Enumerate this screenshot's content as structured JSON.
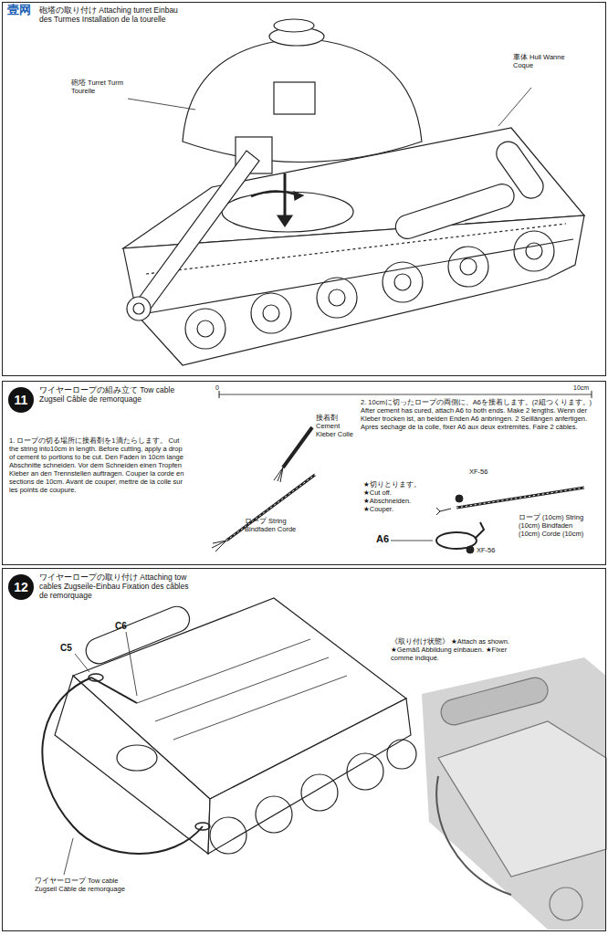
{
  "diagram": {
    "nodes": [
      {
        "text": [
          "砲塔の取り付け Attaching turret Einbau des Turmes Installation de la tourelle"
        ]
      },
      {
        "text": [
          "ワイヤーロープの組み立て Tow cable Zugseil Câble de remorquage"
        ]
      },
      {
        "text": [
          "11"
        ],
        "in": 1
      },
      {
        "text": [
          "ワイヤーロープの取り付け Attaching tow cables Zugseile-Einbau Fixation des câbles de remorquage"
        ]
      },
      {
        "text": [
          "12"
        ],
        "in": 3
      }
    ],
    "labels": [
      "砲塔 Turret Turm Tourelle",
      "車体 Hull Wanne Coque",
      "0",
      "10cm",
      "1. ロープの切る場所に接着剤を1滴たらします。 Cut the string into10cm in length. Before cutting, apply a drop of cement to portions to be cut. Den Faden in 10cm lange Abschnitte schneiden. Vor dem Schneiden einen Tropfen Kleber an den Trennstellen auftragen. Couper la corde en sections de 10cm. Avant de couper, mettre de la colle sur les points de coupure.",
      "接着剤 Cement Kleber Colle",
      "ロープ String Bindfaden Corde",
      "2. 10cmに切ったロープの両側に、A6を接着します。(2組つくります。) After cement has cured, attach A6 to both ends. Make 2 lengths. Wenn der Kleber trocken ist, an beiden Enden A6 anbringen. 2 Seillängen anfertigen. Après séchage de la colle, fixer A6 aux deux extrémités. Faire 2 câbles.",
      "★切りとります。 ★Cut off. ★Abschneiden. ★Couper.",
      "XF-56",
      "A6",
      "XF-56",
      "ロープ (10cm) String (10cm) Bindfaden (10cm) Corde (10cm)",
      "C5",
      "C6",
      "ワイヤーロープ Tow cable Zugseil Câble de remorquage",
      "《取り付け状態》 ★Attach as shown. ★Gemäß Abbildung einbauen. ★Fixer comme indiqué.",
      "壹网"
    ]
  }
}
